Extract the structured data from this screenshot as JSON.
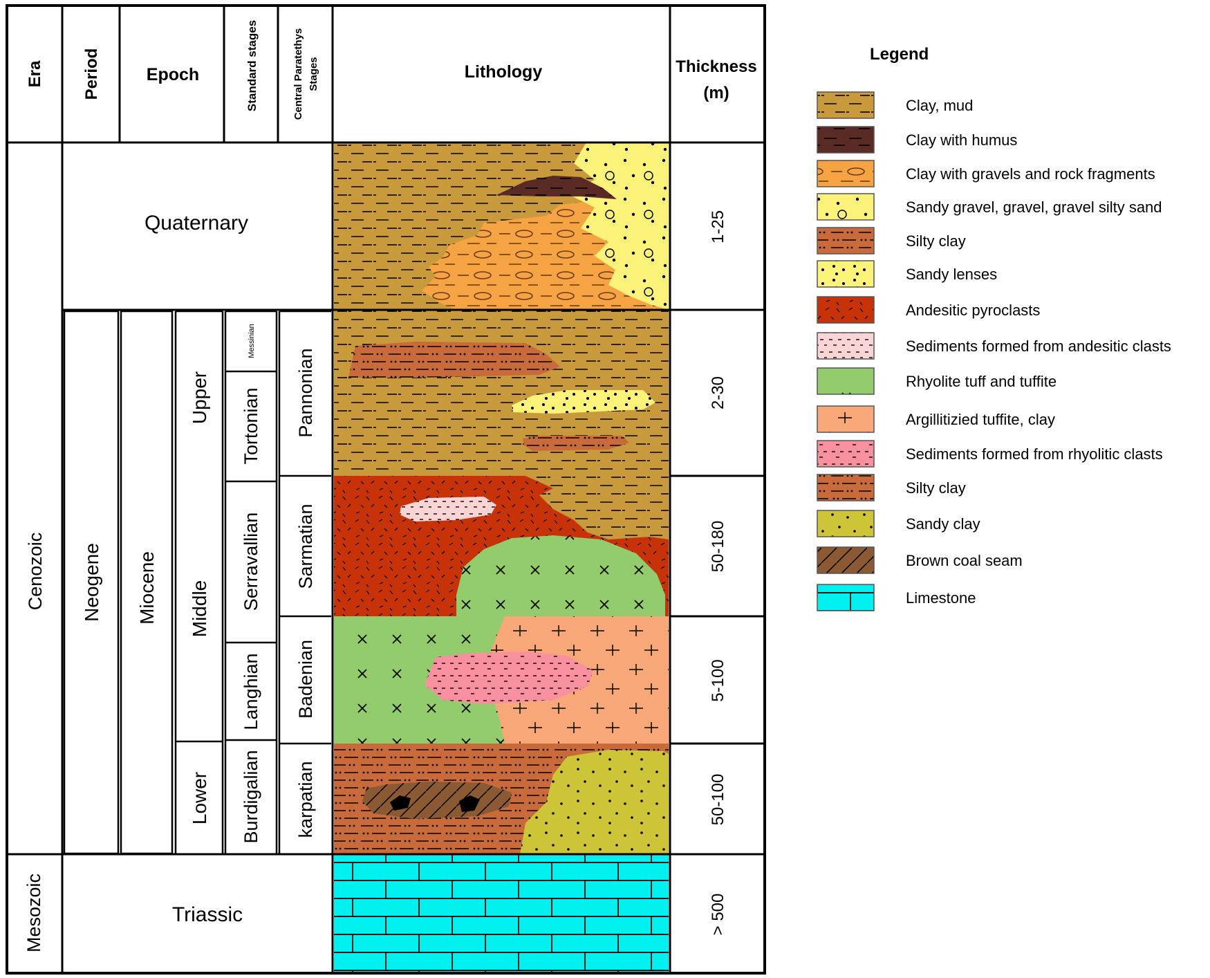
{
  "headers": {
    "era": "Era",
    "period": "Period",
    "epoch": "Epoch",
    "standard_stages": "Standard stages",
    "paratethys_stages_line1": "Central Paratethys",
    "paratethys_stages_line2": "Stages",
    "lithology": "Lithology",
    "thickness_line1": "Thickness",
    "thickness_line2": "(m)"
  },
  "era": {
    "cenozoic": "Cenozoic",
    "mesozoic": "Mesozoic"
  },
  "period": {
    "quaternary": "Quaternary",
    "neogene": "Neogene",
    "triassic": "Triassic"
  },
  "epoch": {
    "miocene": "Miocene"
  },
  "sub_epoch": {
    "upper": "Upper",
    "middle": "Middle",
    "lower": "Lower"
  },
  "standard_stages": {
    "messinian": "Messinian",
    "tortonian": "Tortonian",
    "serravallian": "Serravallian",
    "langhian": "Langhian",
    "burdigalian": "Burdigalian"
  },
  "paratethys_stages": {
    "pannonian": "Pannonian",
    "sarmatian": "Sarmatian",
    "badenian": "Badenian",
    "karpatian": "karpatian"
  },
  "thickness": {
    "quaternary": "1-25",
    "pannonian": "2-30",
    "sarmatian": "50-180",
    "badenian": "5-100",
    "karpatian": "50-100",
    "triassic": "> 500"
  },
  "legend": {
    "title": "Legend",
    "items": [
      {
        "label": "Clay, mud",
        "pattern": "clay-mud"
      },
      {
        "label": "Clay with humus",
        "pattern": "clay-humus"
      },
      {
        "label": "Clay with gravels and rock fragments",
        "pattern": "clay-gravel"
      },
      {
        "label": "Sandy gravel, gravel, gravel silty sand",
        "pattern": "sandy-gravel"
      },
      {
        "label": "Silty clay",
        "pattern": "silty-clay"
      },
      {
        "label": "Sandy lenses",
        "pattern": "sandy-lenses"
      },
      {
        "label": "Andesitic pyroclasts",
        "pattern": "andesitic"
      },
      {
        "label": "Sediments formed from andesitic clasts",
        "pattern": "andesitic-sed"
      },
      {
        "label": "Rhyolite tuff and tuffite",
        "pattern": "rhyolite"
      },
      {
        "label": "Argillitizied tuffite, clay",
        "pattern": "argillitized"
      },
      {
        "label": "Sediments formed from rhyolitic clasts",
        "pattern": "rhyolitic-sed"
      },
      {
        "label": "Silty clay",
        "pattern": "silty-clay"
      },
      {
        "label": "Sandy clay",
        "pattern": "sandy-clay"
      },
      {
        "label": "Brown coal seam",
        "pattern": "coal"
      },
      {
        "label": "Limestone",
        "pattern": "limestone"
      }
    ]
  },
  "colors": {
    "clay_mud": "#c89a3c",
    "clay_humus": "#5a2a24",
    "clay_gravel": "#f5a343",
    "sandy_gravel": "#fbf27a",
    "silty_clay": "#c86a3a",
    "andesitic": "#c83208",
    "andesitic_sed": "#fbd5d5",
    "rhyolite": "#92cc6c",
    "argillitized": "#f8a878",
    "rhyolitic_sed": "#f890a0",
    "sandy_clay": "#cdc438",
    "coal": "#8c5a32",
    "limestone": "#00f0f0"
  }
}
